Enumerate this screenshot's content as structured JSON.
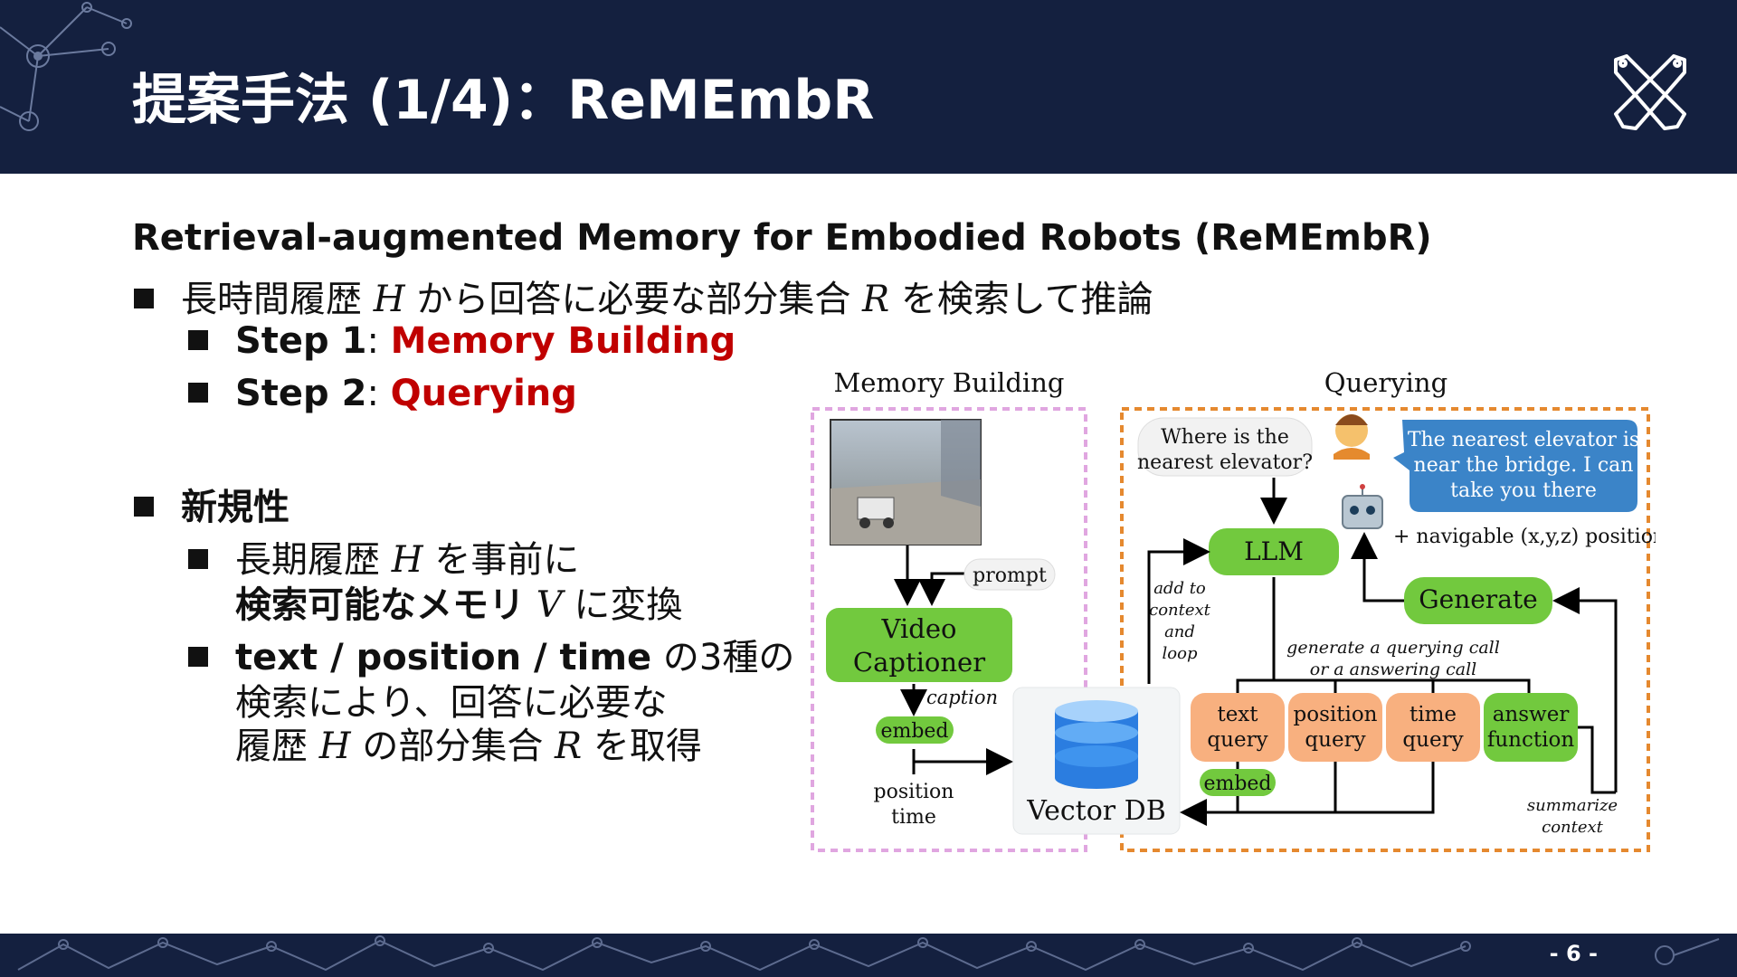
{
  "slide": {
    "title": "提案手法 (1/4)：ReMEmbR",
    "page_number": "- 6 -"
  },
  "content": {
    "subtitle": "Retrieval-augmented Memory for Embodied Robots (ReMEmbR)",
    "bullet1": {
      "pre": "長時間履歴 ",
      "m1": "H",
      "mid": " から回答に必要な部分集合 ",
      "m2": "R",
      "post": " を検索して推論"
    },
    "step1": {
      "label": "Step 1",
      "colon": ": ",
      "value": "Memory Building"
    },
    "step2": {
      "label": "Step 2",
      "colon": ": ",
      "value": "Querying"
    },
    "novelty": "新規性",
    "nov1": {
      "pre": "長期履歴 ",
      "m1": "H",
      "post": " を事前に",
      "l2_bold": "検索可能なメモリ",
      "m2": " V",
      "l2_post": " に変換"
    },
    "nov2": {
      "bold": "text / position / time",
      "post": " の3種の",
      "l2": "検索により、回答に必要な",
      "l3_pre": "履歴 ",
      "m1": "H",
      "l3_mid": " の部分集合 ",
      "m2": "R",
      "l3_post": " を取得"
    }
  },
  "diagram": {
    "memory_title": "Memory Building",
    "query_title": "Querying",
    "prompt": "prompt",
    "video_captioner_1": "Video",
    "video_captioner_2": "Captioner",
    "caption": "caption",
    "embed": "embed",
    "position": "position",
    "time": "time",
    "vector_db": "Vector DB",
    "user_q1": "Where is the",
    "user_q2": "nearest elevator?",
    "answer1": "The nearest elevator is",
    "answer2": "near the bridge. I can",
    "answer3": "take you there",
    "navigable": "+ navigable (x,y,z) position",
    "llm": "LLM",
    "generate": "Generate",
    "add1": "add to",
    "add2": "context",
    "add3": "and",
    "add4": "loop",
    "gen_call1": "generate a querying call",
    "gen_call2": "or a answering call",
    "tq1": "text",
    "tq2": "query",
    "pq1": "position",
    "pq2": "query",
    "tiq1": "time",
    "tiq2": "query",
    "af1": "answer",
    "af2": "function",
    "embed2": "embed",
    "sum1": "summarize",
    "sum2": "context"
  },
  "colors": {
    "header_bg": "#14203f",
    "accent_red": "#c00000",
    "green": "#72c93e",
    "orange": "#f8b07f",
    "blue_bubble": "#3b84c8",
    "memory_border": "#e0a6e0",
    "query_border": "#e5892f"
  }
}
